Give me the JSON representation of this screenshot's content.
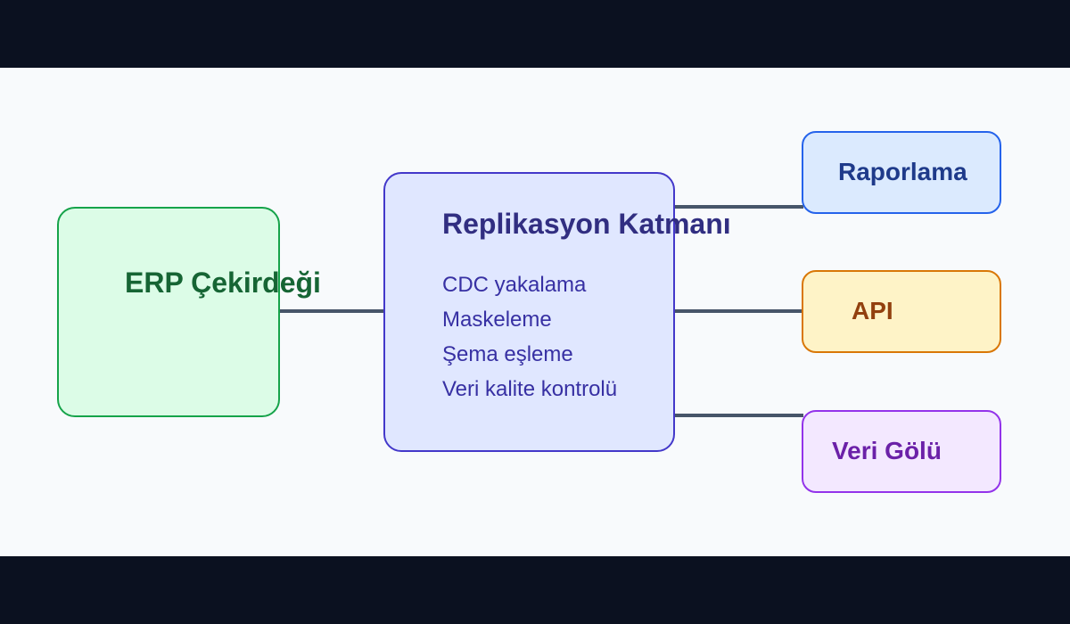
{
  "diagram": {
    "source": {
      "title": "ERP Çekirdeği",
      "color": "#16a34a"
    },
    "layer": {
      "title": "Replikasyon Katmanı",
      "color": "#4338ca",
      "steps": [
        "CDC yakalama",
        "Maskeleme",
        "Şema eşleme",
        "Veri kalite kontrolü"
      ]
    },
    "targets": [
      {
        "title": "Raporlama",
        "color": "#2563eb"
      },
      {
        "title": "API",
        "color": "#d97706"
      },
      {
        "title": "Veri Gölü",
        "color": "#9333ea"
      }
    ],
    "connector_color": "#475569"
  }
}
